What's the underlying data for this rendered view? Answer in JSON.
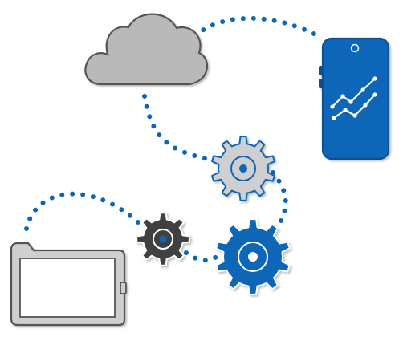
{
  "colors": {
    "blue": "#0a66b8",
    "blue_dark": "#0a4f91",
    "gray_light": "#cfcfcf",
    "gray_mid": "#b9b9b9",
    "gray_dark": "#3f3f3f",
    "outline": "#555555",
    "white": "#ffffff",
    "dots": "#0a66b8"
  },
  "icons": [
    {
      "name": "cloud-icon"
    },
    {
      "name": "smartphone-icon"
    },
    {
      "name": "line-chart-icon"
    },
    {
      "name": "gear-gray-icon"
    },
    {
      "name": "gear-dark-icon"
    },
    {
      "name": "gear-blue-icon"
    },
    {
      "name": "tablet-folder-icon"
    }
  ],
  "connectors": [
    {
      "name": "cloud-to-phone-connector"
    },
    {
      "name": "cloud-to-gear-gray-connector"
    },
    {
      "name": "gear-gray-to-gear-blue-connector"
    },
    {
      "name": "gear-dark-to-gear-blue-connector"
    },
    {
      "name": "tablet-to-gear-dark-connector"
    }
  ]
}
